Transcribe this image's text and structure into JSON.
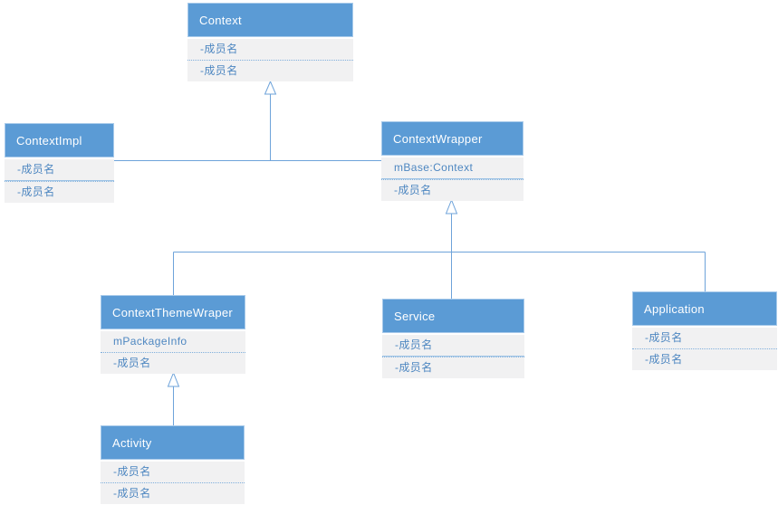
{
  "diagram": {
    "type": "uml-class-diagram",
    "colors": {
      "header_fill": "#5B9BD5",
      "header_text": "#FFFFFF",
      "body_fill": "#F1F1F2",
      "member_text": "#4E87C1",
      "connector": "#6EA3DA"
    },
    "nodes": {
      "context": {
        "title": "Context",
        "members": [
          "-成员名",
          "-成员名"
        ]
      },
      "contextimpl": {
        "title": "ContextImpl",
        "members": [
          "-成员名",
          "-成员名"
        ]
      },
      "contextwrapper": {
        "title": "ContextWrapper",
        "members": [
          "mBase:Context",
          "-成员名"
        ]
      },
      "contextthemewraper": {
        "title": "ContextThemeWraper",
        "members": [
          "mPackageInfo",
          "-成员名"
        ]
      },
      "service": {
        "title": "Service",
        "members": [
          "-成员名",
          "-成员名"
        ]
      },
      "application": {
        "title": "Application",
        "members": [
          "-成员名",
          "-成员名"
        ]
      },
      "activity": {
        "title": "Activity",
        "members": [
          "-成员名",
          "-成员名"
        ]
      }
    },
    "relations": [
      {
        "from": "ContextImpl",
        "to": "Context",
        "type": "inheritance"
      },
      {
        "from": "ContextWrapper",
        "to": "Context",
        "type": "inheritance"
      },
      {
        "from": "ContextThemeWraper",
        "to": "ContextWrapper",
        "type": "inheritance"
      },
      {
        "from": "Service",
        "to": "ContextWrapper",
        "type": "inheritance"
      },
      {
        "from": "Application",
        "to": "ContextWrapper",
        "type": "inheritance"
      },
      {
        "from": "Activity",
        "to": "ContextThemeWraper",
        "type": "inheritance"
      }
    ]
  }
}
